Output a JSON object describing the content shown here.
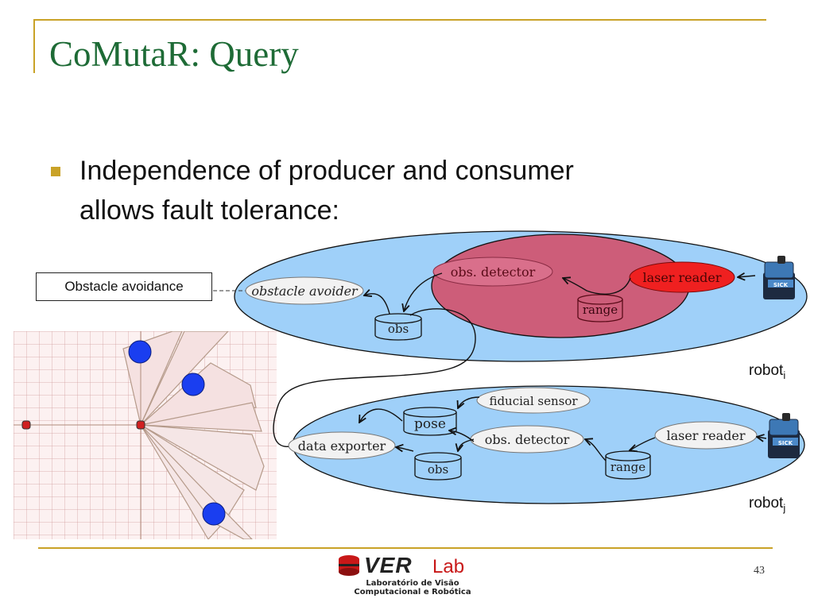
{
  "slide": {
    "title": "CoMutaR: Query",
    "bullet_line1": "Independence of producer and consumer",
    "bullet_line2": "allows fault tolerance:",
    "callout": "Obstacle avoidance",
    "page_number": "43"
  },
  "diagram": {
    "robot_i": {
      "label": "robot",
      "subscript": "i",
      "sensor_brand": "SICK",
      "nodes": {
        "obstacle_avoider": "obstacle avoider",
        "obs_detector": "obs. detector",
        "laser_reader": "laser reader",
        "range": "range",
        "obs": "obs"
      }
    },
    "robot_j": {
      "label": "robot",
      "subscript": "j",
      "sensor_brand": "SICK",
      "nodes": {
        "fiducial_sensor": "fiducial sensor",
        "pose": "pose",
        "data_exporter": "data exporter",
        "obs_detector": "obs. detector",
        "laser_reader": "laser reader",
        "obs": "obs",
        "range": "range"
      }
    }
  },
  "logo": {
    "main": "VER",
    "lab": "Lab",
    "sub_line1": "Laboratório de Visão",
    "sub_line2": "Computacional e Robótica"
  },
  "colors": {
    "title_green": "#1e6b36",
    "accent_gold": "#c9a227",
    "robot_ellipse_blue": "#9fd0f9",
    "fault_red": "#cd5d79",
    "laser_red": "#ef2020"
  }
}
